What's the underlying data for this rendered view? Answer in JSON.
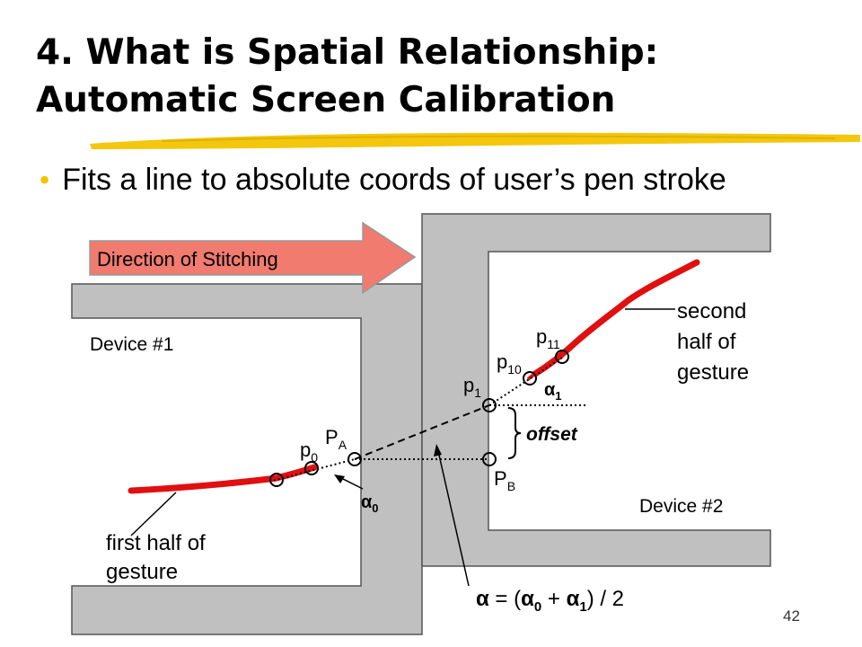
{
  "slide": {
    "title_line1": "4. What is Spatial Relationship:",
    "title_line2": "Automatic Screen Calibration",
    "bullet": "Fits a line to absolute coords of user’s pen stroke",
    "page_number": "42",
    "accent_color": "#f2c400"
  },
  "diagram": {
    "arrow_label": "Direction of Stitching",
    "arrow_color": "#f07b6e",
    "device_fill": "#c0c0c0",
    "stroke_color": "#e01010",
    "device1_label": "Device #1",
    "device2_label": "Device #2",
    "p0": {
      "base": "p",
      "sub": "0"
    },
    "pA": {
      "base": "P",
      "sub": "A"
    },
    "p1": {
      "base": "p",
      "sub": "1"
    },
    "pB": {
      "base": "P",
      "sub": "B"
    },
    "p10": {
      "base": "p",
      "sub": "10"
    },
    "p11": {
      "base": "p",
      "sub": "11"
    },
    "alpha0": {
      "base": "α",
      "sub": "0"
    },
    "alpha1": {
      "base": "α",
      "sub": "1"
    },
    "offset_label": "offset",
    "first_half_line1": "first half of",
    "first_half_line2": "gesture",
    "second_half_line1": "second",
    "second_half_line2": "half of",
    "second_half_line3": "gesture",
    "formula": {
      "lhs": "α",
      "eq": " = (",
      "a0": "α",
      "s0": "0",
      "plus": " + ",
      "a1": "α",
      "s1": "1",
      "rest": ") / 2"
    }
  }
}
